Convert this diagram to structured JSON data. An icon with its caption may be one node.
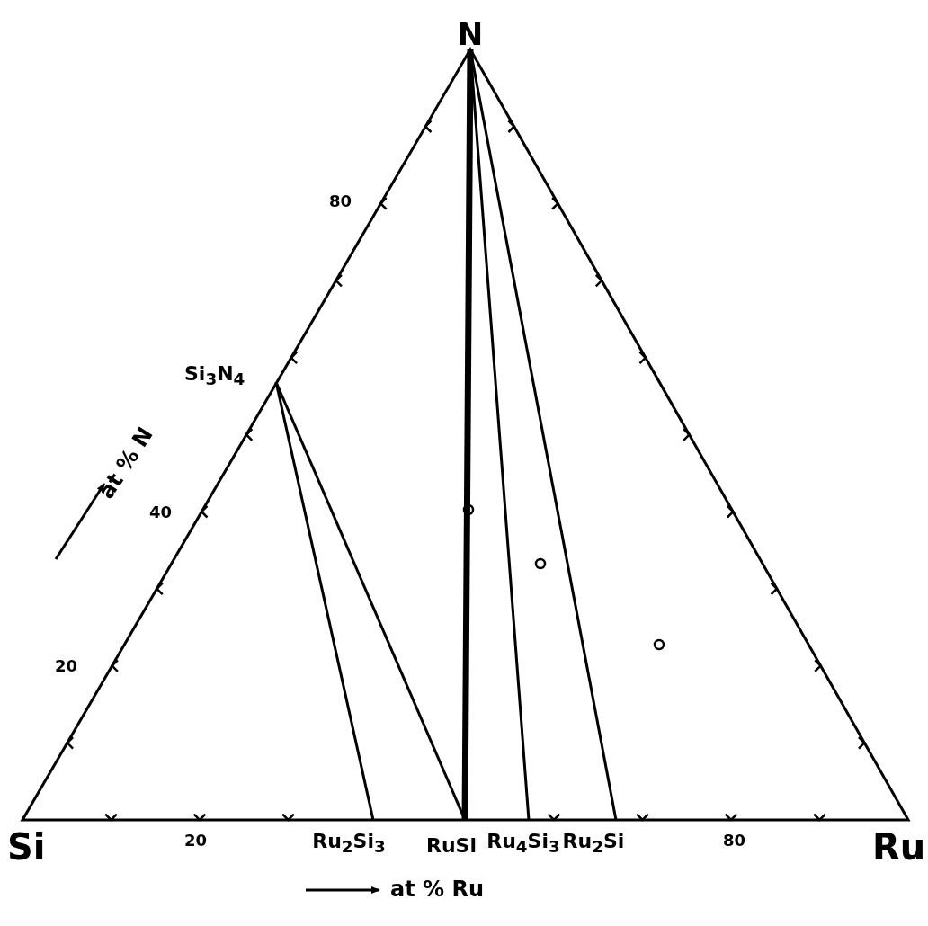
{
  "diagram": {
    "nodes": [
      {
        "text": [
          "N"
        ]
      },
      {
        "text": [
          "Si$_{3}$N$_{4}$"
        ]
      },
      {
        "text": [
          "Ru$_{2}$Si$_{3}$"
        ]
      },
      {
        "text": [
          "RuSi"
        ]
      },
      {
        "text": [
          "Ru$_{4}$Si$_{3}$"
        ]
      },
      {
        "text": [
          "Ru$_{2}$Si"
        ]
      }
    ],
    "edges": [
      {
        "from": 0,
        "to": 3,
        "arrow": "none",
        "style": "thick"
      },
      {
        "from": 0,
        "to": 4,
        "arrow": "none"
      },
      {
        "from": 0,
        "to": 5,
        "arrow": "none"
      },
      {
        "from": 1,
        "to": 2,
        "arrow": "none"
      },
      {
        "from": 1,
        "to": 3,
        "arrow": "none"
      }
    ],
    "labels": [
      "80",
      "40",
      "20",
      "Si",
      "20",
      "80",
      "Ru",
      "at % N",
      "at % Ru"
    ]
  }
}
